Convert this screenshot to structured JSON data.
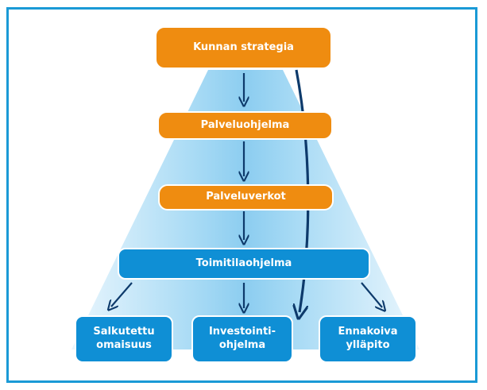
{
  "diagram": {
    "nodes": {
      "strategy": "Kunnan strategia",
      "service_program": "Palveluohjelma",
      "service_network": "Palveluverkot",
      "facility_program": "Toimitilaohjelma",
      "leased_assets": "Salkutettu\nomaisuus",
      "investment_program": "Investointi-\nohjelma",
      "maintenance": "Ennakoiva\nylläpito"
    },
    "colors": {
      "frame": "#1a9ad6",
      "orange_box": "#ef8c10",
      "blue_box": "#0f8fd5",
      "arrow": "#0d3a6b",
      "pyramid_light": "#d8eefa",
      "pyramid_dark": "#7cc3ea"
    }
  }
}
